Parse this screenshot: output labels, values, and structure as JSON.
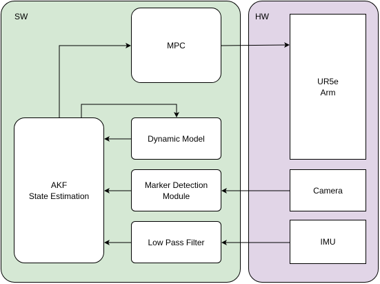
{
  "regions": {
    "software": {
      "label": "SW"
    },
    "hardware": {
      "label": "HW"
    }
  },
  "nodes": {
    "mpc": "MPC",
    "akf": "AKF\nState Estimation",
    "dynamic_model": "Dynamic Model",
    "marker_detection": "Marker Detection\nModule",
    "low_pass_filter": "Low Pass Filter",
    "ur5e_arm": "UR5e\nArm",
    "camera": "Camera",
    "imu": "IMU"
  },
  "edges": [
    {
      "from": "akf",
      "to": "mpc"
    },
    {
      "from": "akf",
      "to": "dynamic_model"
    },
    {
      "from": "dynamic_model",
      "to": "akf"
    },
    {
      "from": "marker_detection",
      "to": "akf"
    },
    {
      "from": "low_pass_filter",
      "to": "akf"
    },
    {
      "from": "mpc",
      "to": "ur5e_arm"
    },
    {
      "from": "camera",
      "to": "marker_detection"
    },
    {
      "from": "imu",
      "to": "low_pass_filter"
    }
  ]
}
